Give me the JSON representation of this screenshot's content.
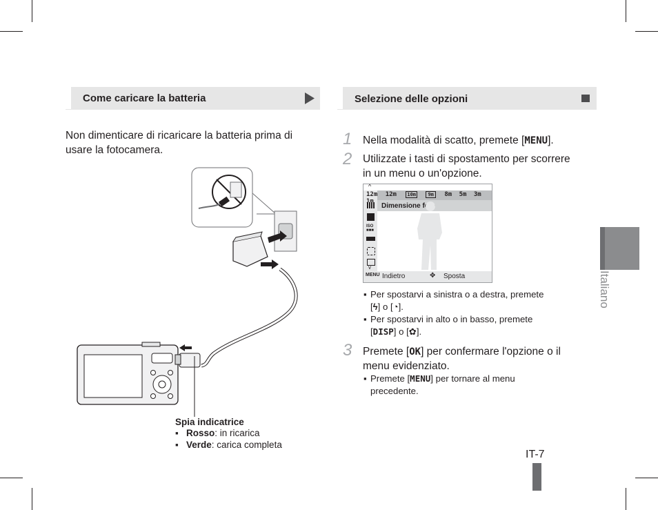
{
  "left_section": {
    "heading": "Come caricare la batteria",
    "intro_line1": "Non dimenticare di ricaricare la batteria prima di",
    "intro_line2": "usare la fotocamera.",
    "indicator": {
      "title": "Spia indicatrice",
      "items": [
        {
          "term": "Rosso",
          "desc": ": in ricarica"
        },
        {
          "term": "Verde",
          "desc": ": carica completa"
        }
      ]
    }
  },
  "right_section": {
    "heading": "Selezione delle opzioni",
    "steps": [
      {
        "num": "1",
        "line1_pre": "Nella modalità di scatto, premete [",
        "key": "MENU",
        "line1_post": "]."
      },
      {
        "num": "2",
        "line1": "Utilizzate i tasti di spostamento per scorrere",
        "line2": "in un menu o un'opzione."
      },
      {
        "num": "3",
        "line1_pre": "Premete [",
        "key": "OK",
        "line1_post": "] per confermare l'opzione o il",
        "line2": "menu evidenziato."
      }
    ],
    "bullets_step2": [
      {
        "line1": "Per spostarvi a sinistra o a destra, premete",
        "line2_pre": "[",
        "k1": "ϟ",
        "mid": "] o [",
        "k2": "◔",
        "post": "]."
      },
      {
        "line1": "Per spostarvi in alto o in basso, premete",
        "line2_pre": "[",
        "k1": "DISP",
        "mid": "] o [",
        "k2": "✿",
        "post": "]."
      }
    ],
    "bullet_step3": {
      "pre": "Premete [",
      "key": "MENU",
      "post": "] per tornare al menu",
      "line2": "precedente."
    },
    "screen": {
      "sizes": [
        "12m",
        "12m",
        "10m",
        "9m",
        "8m",
        "5m",
        "3m",
        "1m"
      ],
      "selected_label": "Dimensione foto",
      "back_label": "Indietro",
      "move_label": "Sposta",
      "menu_key": "MENU"
    }
  },
  "side_tab_label": "Italiano",
  "page_number": "IT-7",
  "colors": {
    "header_bg": "#e6e6e6",
    "tab_gray": "#8b8c8e",
    "text": "#231f20",
    "step_gray": "#a7a9ac"
  }
}
